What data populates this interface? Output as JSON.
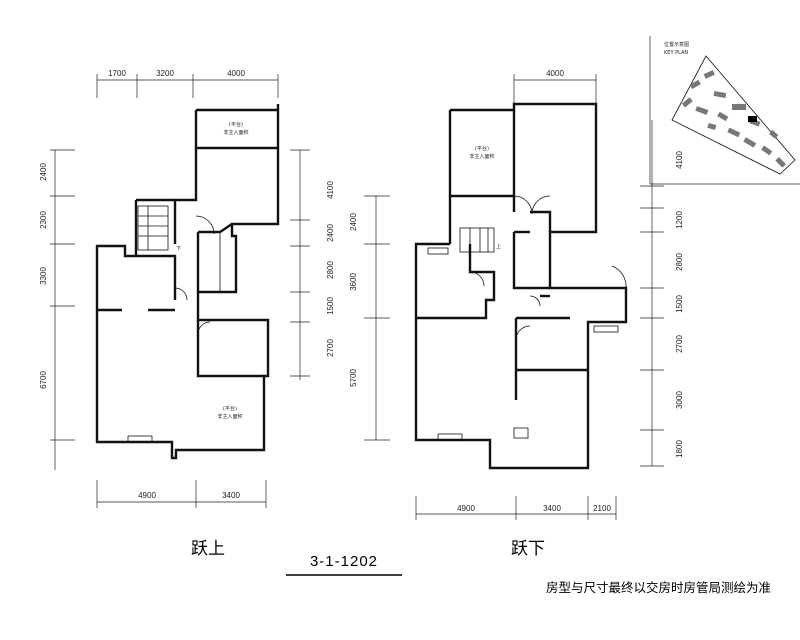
{
  "upper_floor": {
    "label": "跃上",
    "dims_top": [
      "1700",
      "3200",
      "4000"
    ],
    "dims_bottom": [
      "4900",
      "3400"
    ],
    "dims_left": [
      "2400",
      "2300",
      "3300",
      "6700"
    ],
    "dims_right": [
      "4100",
      "2400",
      "2800",
      "1500",
      "2700"
    ],
    "room_label_top": [
      "(平台)",
      "非主入面积"
    ],
    "room_label_bottom": [
      "(平台)",
      "非主入面积"
    ],
    "stair_text": "下"
  },
  "lower_floor": {
    "label": "跃下",
    "dims_top": [
      "4000"
    ],
    "dims_bottom": [
      "4900",
      "3400",
      "2100"
    ],
    "dims_left": [
      "2400",
      "3600",
      "5700"
    ],
    "dims_right": [
      "4100",
      "1200",
      "2800",
      "1500",
      "2700",
      "3000",
      "1800"
    ],
    "room_label": [
      "(平台)",
      "非主入面积"
    ],
    "stair_text": "上"
  },
  "key_plan": {
    "title_cn": "位置示意图",
    "title_en": "KEY PLAN"
  },
  "unit_code": "3-1-1202",
  "footer_note": "房型与尺寸最终以交房时房管局测绘为准"
}
